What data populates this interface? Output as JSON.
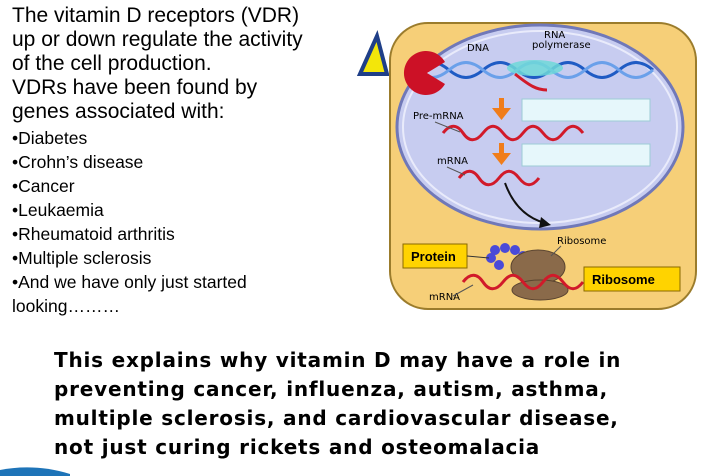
{
  "intro": {
    "lines": [
      "The vitamin D receptors (VDR)",
      "up or down regulate the activity",
      "of the cell production.",
      "VDRs have been found by",
      "genes associated with:"
    ]
  },
  "conditions": {
    "items": [
      "•Diabetes",
      "•Crohn’s disease",
      "•Cancer",
      "•Leukaemia",
      "•Rheumatoid arthritis",
      "•Multiple sclerosis",
      "•And we have only just started",
      "looking………"
    ]
  },
  "conclusion": {
    "lines": [
      "This explains why vitamin D may have a role in",
      "preventing cancer, influenza, autism, asthma,",
      "multiple sclerosis, and cardiovascular disease,",
      "not just curing rickets and osteomalacia"
    ]
  },
  "diagram": {
    "rna_label_1": "RNA",
    "rna_label_2": "polymerase",
    "dna_label": "DNA",
    "pre_mrna_label": "Pre-mRNA",
    "mrna_label": "mRNA",
    "protein_label": "Protein",
    "ribosome_small_label": "Ribosome",
    "ribosome_box_label": "Ribosome",
    "mrna_bottom_label": "mRNA",
    "colors": {
      "cell": "#f6cf78",
      "cell_border": "#9b7c2c",
      "nucleus": "#c7ccf0",
      "nucleus_border": "#7078b8",
      "dna": "#1f5bc4",
      "rna": "#d11a2a",
      "arrow": "#f07d1a",
      "ribosome": "#8a6a4a",
      "label_box": "#ffd300",
      "empty_box": "#e6f7fb",
      "pacman": "#cc1126",
      "triangle_fill": "#f3e60a",
      "triangle_stroke": "#1f3f88"
    }
  }
}
